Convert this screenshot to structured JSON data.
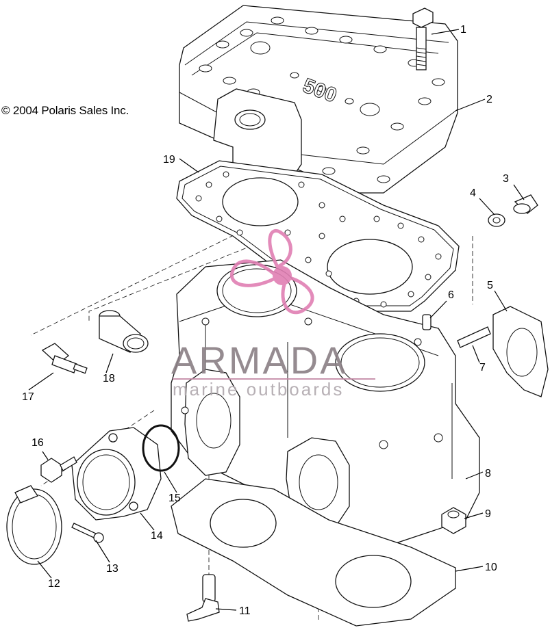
{
  "copyright": "© 2004 Polaris Sales Inc.",
  "engine_marking": "500",
  "watermark": {
    "title": "ARMADA",
    "subtitle": "marine outboards",
    "color": "#e07fb3"
  },
  "callouts": [
    {
      "id": "1",
      "label": "1"
    },
    {
      "id": "2",
      "label": "2"
    },
    {
      "id": "3",
      "label": "3"
    },
    {
      "id": "4",
      "label": "4"
    },
    {
      "id": "5",
      "label": "5"
    },
    {
      "id": "6",
      "label": "6"
    },
    {
      "id": "7",
      "label": "7"
    },
    {
      "id": "8",
      "label": "8"
    },
    {
      "id": "9",
      "label": "9"
    },
    {
      "id": "10",
      "label": "10"
    },
    {
      "id": "11",
      "label": "11"
    },
    {
      "id": "12",
      "label": "12"
    },
    {
      "id": "13",
      "label": "13"
    },
    {
      "id": "14",
      "label": "14"
    },
    {
      "id": "15",
      "label": "15"
    },
    {
      "id": "16",
      "label": "16"
    },
    {
      "id": "17",
      "label": "17"
    },
    {
      "id": "18",
      "label": "18"
    },
    {
      "id": "19",
      "label": "19"
    }
  ]
}
